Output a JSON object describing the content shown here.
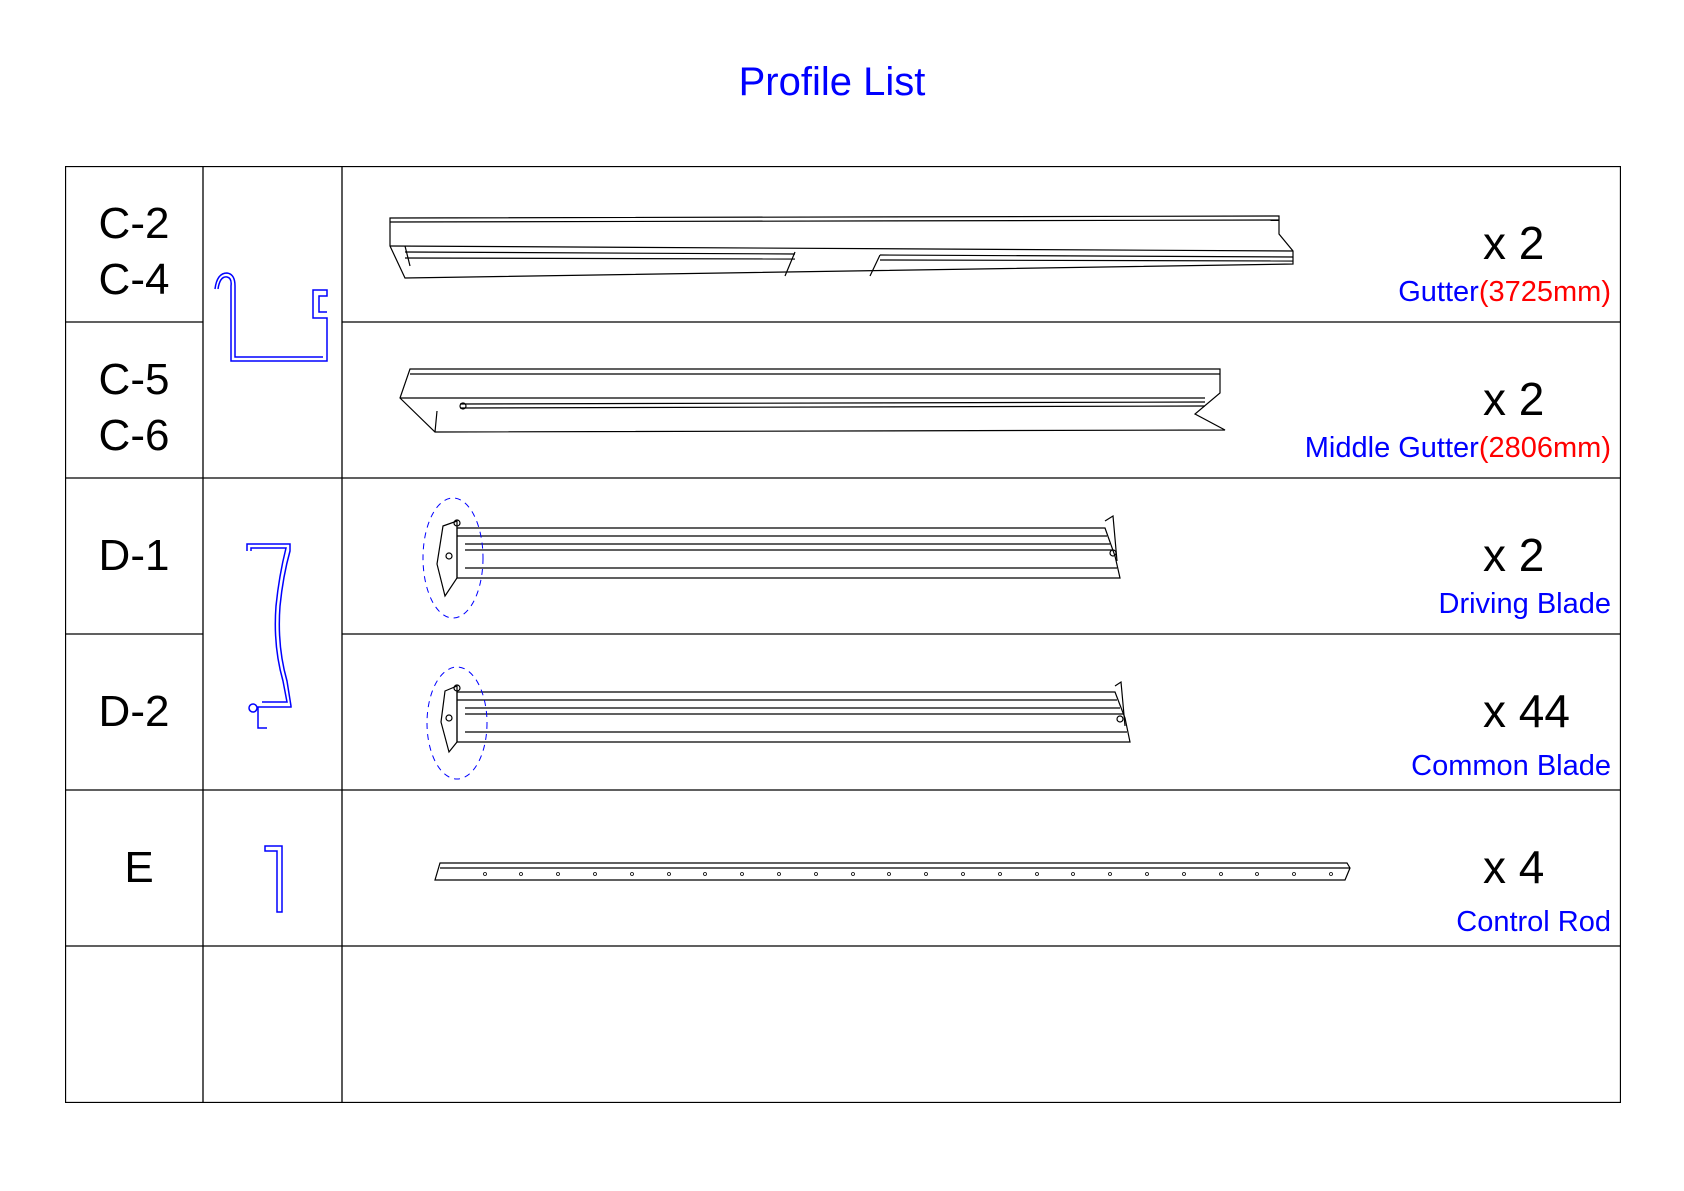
{
  "page": {
    "title": "Profile List"
  },
  "rows": [
    {
      "codes": [
        "C-2",
        "C-4"
      ],
      "quantity": "x 2",
      "name": "Gutter",
      "length": "(3725mm)"
    },
    {
      "codes": [
        "C-5",
        "C-6"
      ],
      "quantity": "x 2",
      "name": "Middle Gutter",
      "length": "(2806mm)"
    },
    {
      "codes": [
        "D-1"
      ],
      "quantity": "x 2",
      "name": "Driving Blade",
      "length": ""
    },
    {
      "codes": [
        "D-2"
      ],
      "quantity": "x 44",
      "name": "Common Blade",
      "length": ""
    },
    {
      "codes": [
        "E"
      ],
      "quantity": "x 4",
      "name": "Control Rod",
      "length": ""
    },
    {
      "codes": [],
      "quantity": "",
      "name": "",
      "length": ""
    }
  ],
  "colors": {
    "title": "#0000ff",
    "name": "#0000ff",
    "length": "#ff0000",
    "profile_section": "#0000ff",
    "grid": "#000000"
  },
  "icons": [
    "gutter-section-icon",
    "blade-section-icon",
    "rod-section-icon",
    "gutter-drawing",
    "middle-gutter-drawing",
    "driving-blade-drawing",
    "common-blade-drawing",
    "control-rod-drawing"
  ]
}
